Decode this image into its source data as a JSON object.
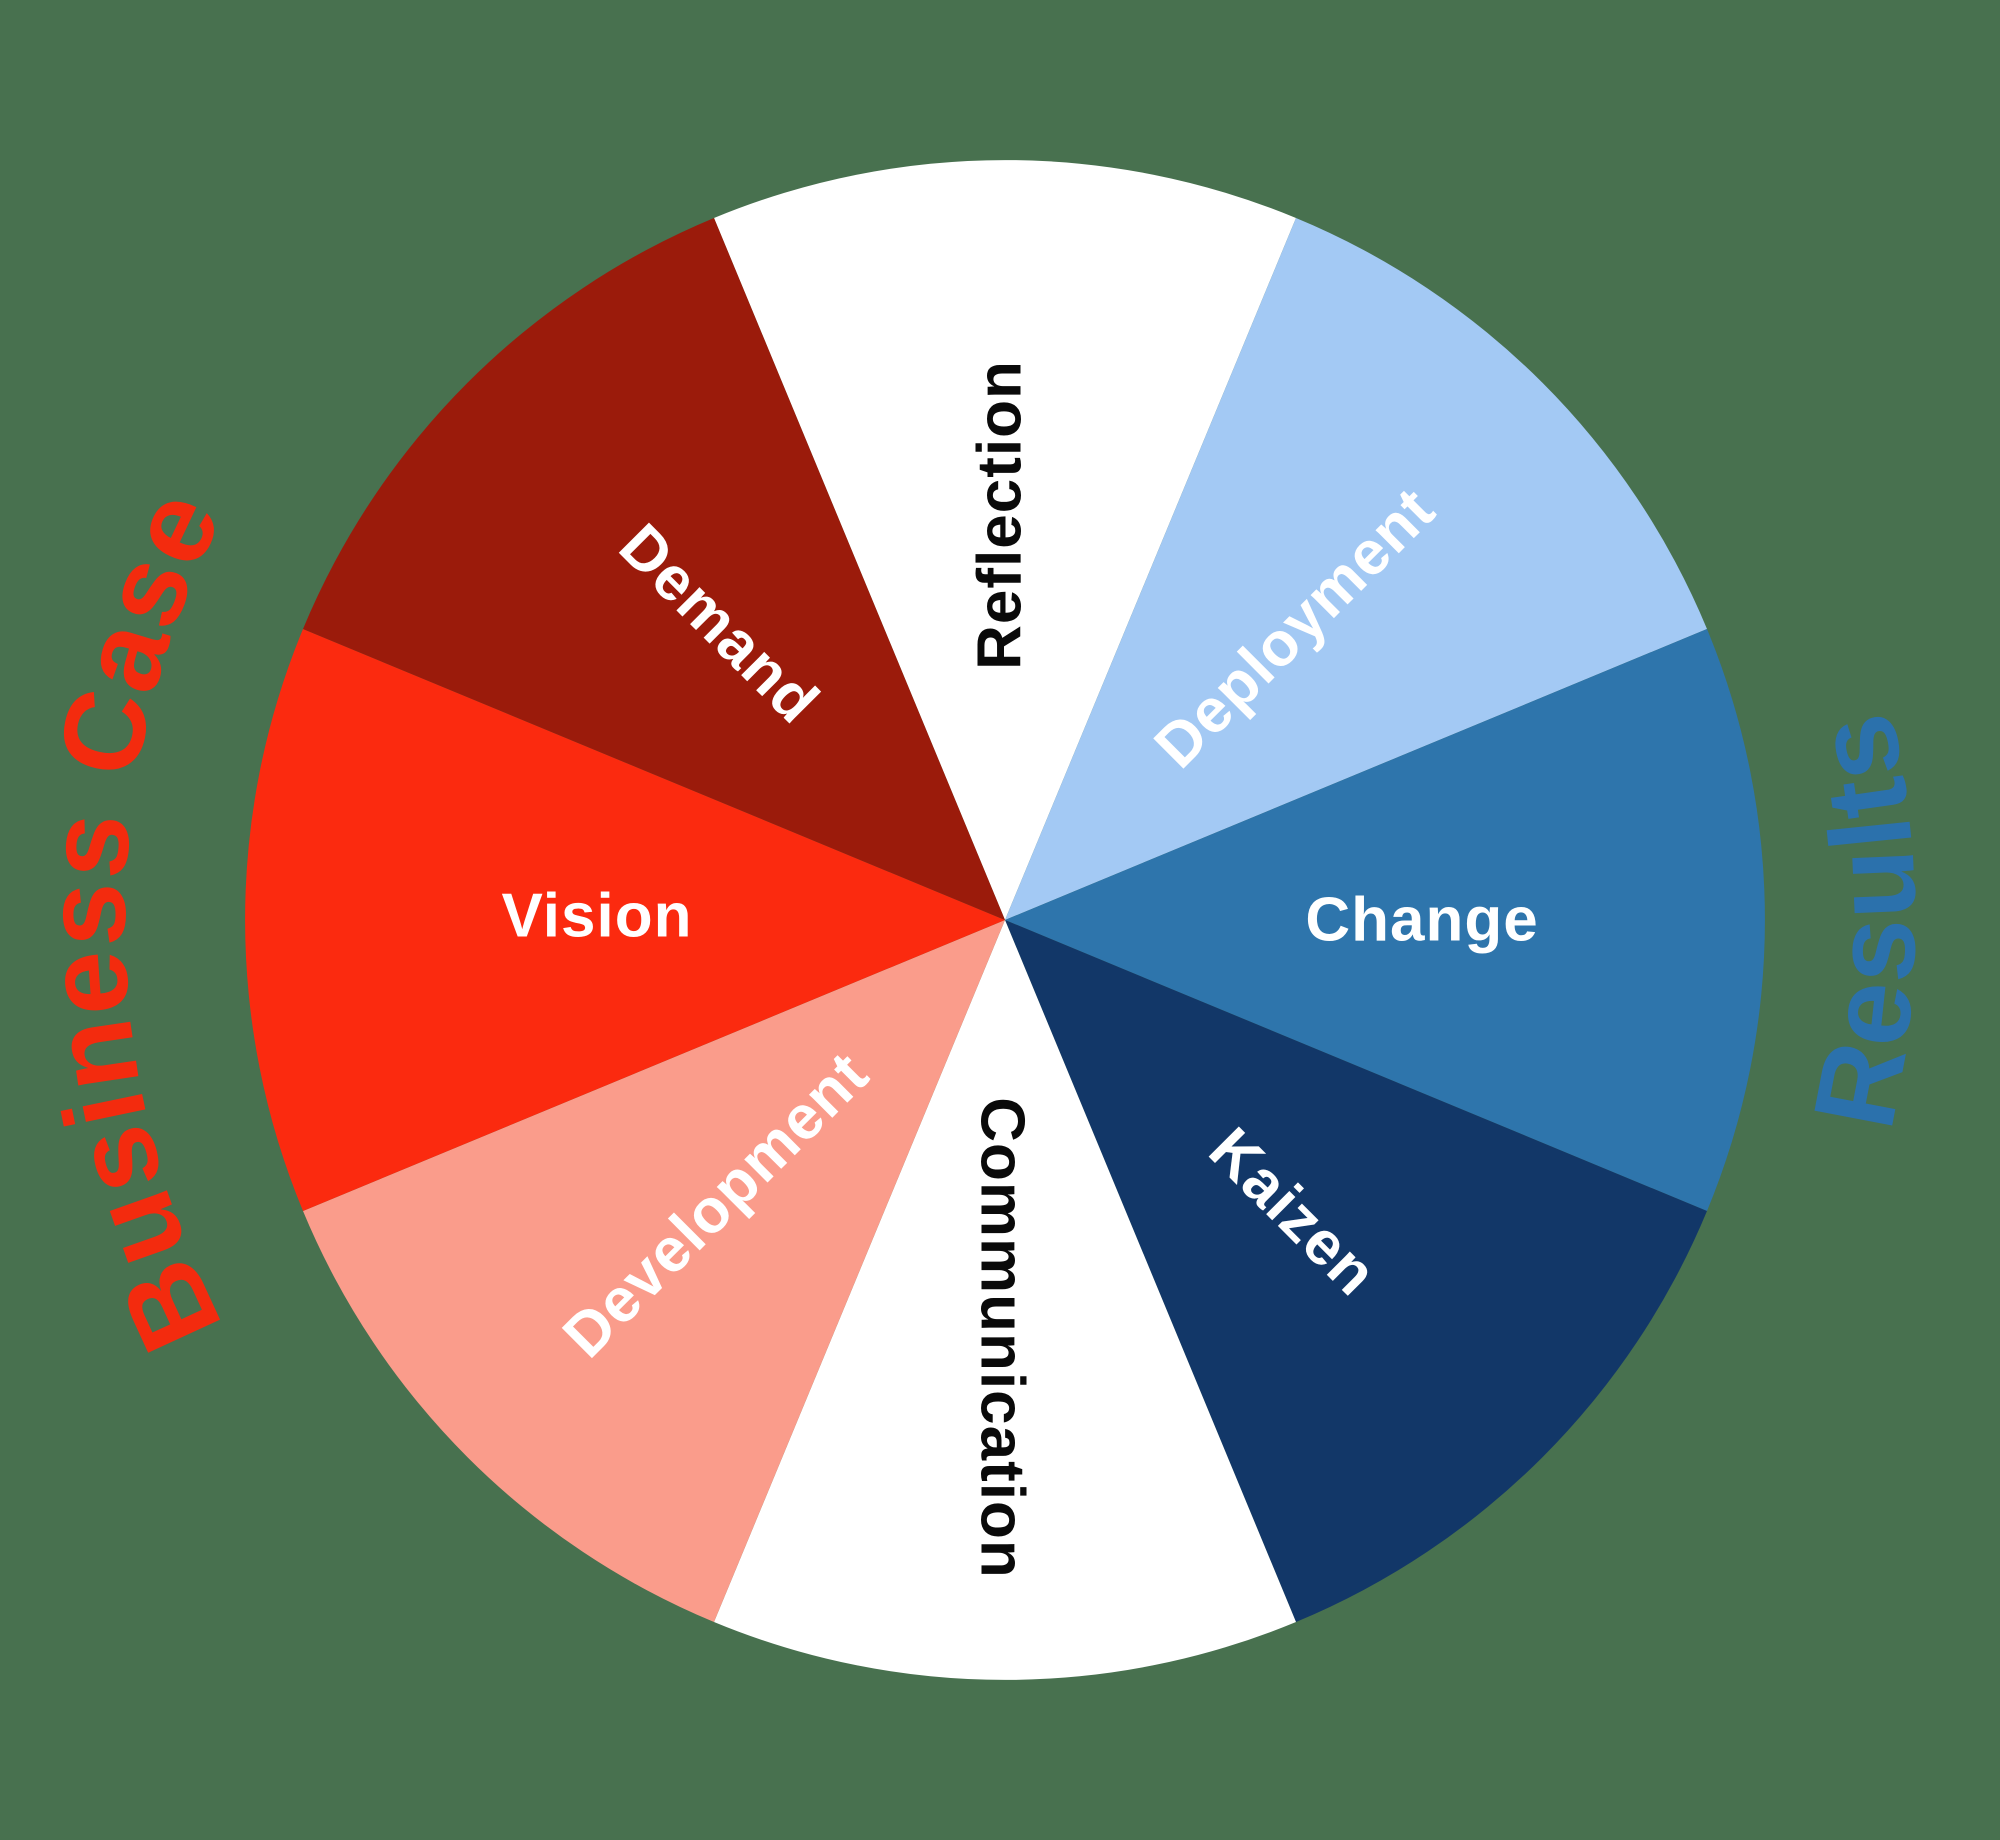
{
  "background_color": "#48714F",
  "wheel": {
    "segments": [
      {
        "label": "Reflection",
        "color": "#FFFFFF",
        "label_color": "#0A0A0A"
      },
      {
        "label": "Deployment",
        "color": "#A3C9F4",
        "label_color": "#FFFFFF"
      },
      {
        "label": "Change",
        "color": "#2E75AC",
        "label_color": "#FFFFFF"
      },
      {
        "label": "Kaizen",
        "color": "#123768",
        "label_color": "#FFFFFF"
      },
      {
        "label": "Communication",
        "color": "#FFFFFF",
        "label_color": "#0A0A0A"
      },
      {
        "label": "Development",
        "color": "#FA9C8B",
        "label_color": "#FFFFFF"
      },
      {
        "label": "Vision",
        "color": "#FB2A0F",
        "label_color": "#FFFFFF"
      },
      {
        "label": "Demand",
        "color": "#9B1B0B",
        "label_color": "#FFFFFF"
      }
    ]
  },
  "side_labels": {
    "left": {
      "text": "Business Case",
      "color": "#F32B0E"
    },
    "right": {
      "text": "Results",
      "color": "#2B71AC"
    }
  }
}
